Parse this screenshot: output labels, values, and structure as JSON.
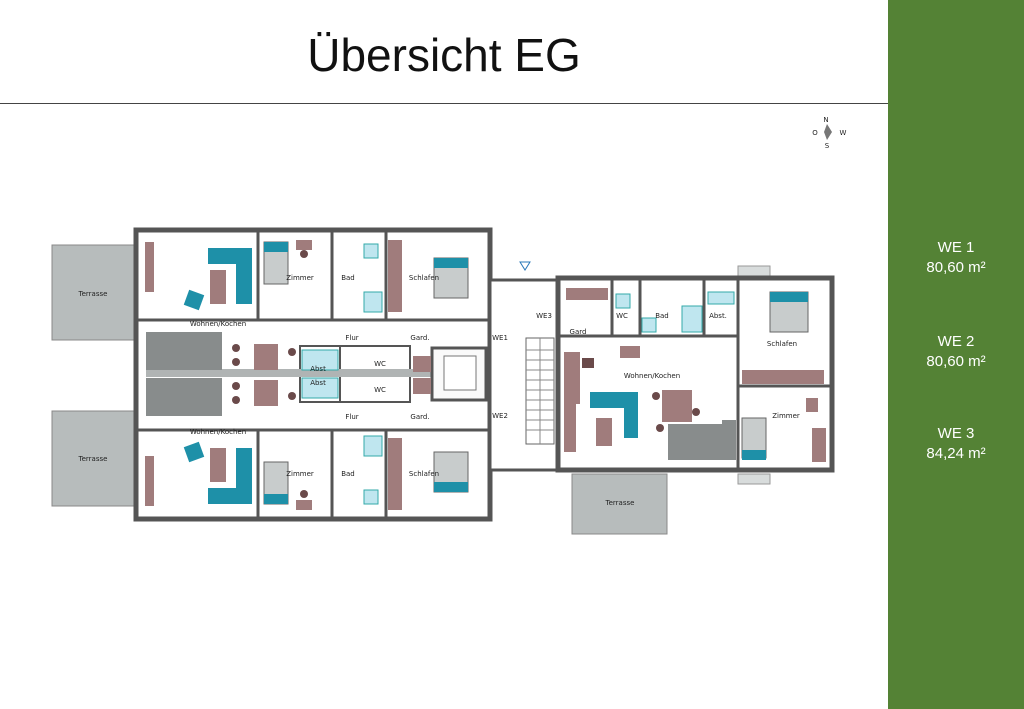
{
  "title": "Übersicht EG",
  "compass": {
    "n": "N",
    "o": "O",
    "w": "W",
    "s": "S"
  },
  "units": [
    {
      "name": "WE 1",
      "area": "80,60 m²"
    },
    {
      "name": "WE 2",
      "area": "80,60 m²"
    },
    {
      "name": "WE 3",
      "area": "84,24 m²"
    }
  ],
  "plan_labels": {
    "terrasse": "Terrasse",
    "wohnen_kochen": "Wohnen/Kochen",
    "zimmer": "Zimmer",
    "bad": "Bad",
    "schlafen": "Schlafen",
    "flur": "Flur",
    "gard": "Gard.",
    "gard_we3": "Gard",
    "abst": "Abst",
    "abst_we3": "Abst.",
    "wc": "WC",
    "we1": "WE1",
    "we2": "WE2",
    "we3": "WE3"
  },
  "colors": {
    "sidebar": "#548235",
    "accent_furniture": "#1e90a8",
    "wood_furniture": "#a07c7c",
    "terrace": "#b7bcbc"
  }
}
